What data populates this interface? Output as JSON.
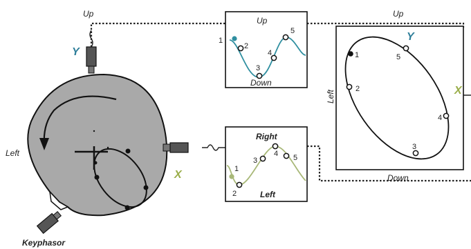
{
  "labels": {
    "up_probe": "Up",
    "up_orbit": "Up",
    "y_probe": "Y",
    "y_orbit": "Y",
    "x_probe": "X",
    "x_orbit": "X",
    "left_shaft": "Left",
    "left_orbit": "Left",
    "keyphasor": "Keyphasor",
    "y_wave_top": "Up",
    "y_wave_bottom": "Down",
    "x_wave_top": "Right",
    "x_wave_bottom": "Left",
    "orbit_bottom": "Down"
  },
  "y_wave_points": [
    "1",
    "2",
    "3",
    "4",
    "5"
  ],
  "x_wave_points": [
    "1",
    "2",
    "3",
    "4",
    "5"
  ],
  "orbit_points": [
    "1",
    "2",
    "3",
    "4",
    "5"
  ],
  "colors": {
    "shaft_fill": "#a9a9a9",
    "y_wave": "#2f8fa0",
    "x_wave": "#a8b878",
    "y_label": "#2f7f9a",
    "x_label": "#9aae4a",
    "line": "#111111"
  }
}
